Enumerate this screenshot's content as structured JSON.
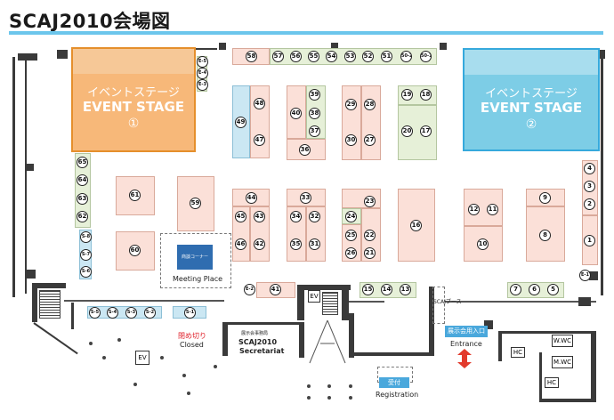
{
  "title": "SCAJ2010会場図",
  "stages": [
    {
      "id": "1",
      "jp": "イベントステージ",
      "en": "EVENT STAGE",
      "no": "①"
    },
    {
      "id": "2",
      "jp": "イベントステージ",
      "en": "EVENT STAGE",
      "no": "②"
    }
  ],
  "labels": {
    "meeting_place": "Meeting Place",
    "meeting_sign": "商談コーナー",
    "closed_jp": "閉め切り",
    "closed_en": "Closed",
    "secretariat_jp": "展示会事務局",
    "secretariat_en1": "SCAJ2010",
    "secretariat_en2": "Secretariat",
    "entrance_jp": "展示会用入口",
    "entrance_en": "Entrance",
    "registration_jp": "受付",
    "registration_en": "Registration",
    "scaj_booth": "SCAJブース",
    "ev": "EV",
    "wc": "W.WC",
    "mwc": "M.WC",
    "hc": "HC"
  },
  "booths": {
    "b58": "58",
    "b57": "57",
    "b56": "56",
    "b55": "55",
    "b54": "54",
    "b53": "53",
    "b52": "52",
    "b51": "51",
    "b50_2": "50-2",
    "b50_1": "50-1",
    "b49": "49",
    "b48": "48",
    "b47": "47",
    "b40": "40",
    "b39": "39",
    "b38": "38",
    "b37": "37",
    "b36": "36",
    "b29": "29",
    "b28": "28",
    "b30": "30",
    "b27": "27",
    "b19": "19",
    "b18": "18",
    "b20": "20",
    "b17": "17",
    "b65": "65",
    "b64": "64",
    "b63": "63",
    "b62": "62",
    "b61": "61",
    "b60": "60",
    "b59": "59",
    "b44": "44",
    "b45": "45",
    "b43": "43",
    "b46": "46",
    "b42": "42",
    "b33": "33",
    "b34": "34",
    "b32": "32",
    "b35": "35",
    "b31": "31",
    "b23": "23",
    "b24": "24",
    "b25": "25",
    "b22": "22",
    "b26": "26",
    "b21": "21",
    "b16": "16",
    "b12": "12",
    "b11": "11",
    "b10": "10",
    "b9": "9",
    "b8": "8",
    "b4": "4",
    "b3": "3",
    "b2": "2",
    "b1": "1",
    "b7": "7",
    "b6": "6",
    "b5": "5",
    "b15": "15",
    "b14": "14",
    "b13": "13",
    "b41": "41",
    "s_e2": "E-2",
    "s_e1": "E-1",
    "s_s8": "S-8",
    "s_s7": "S-7",
    "s_s6": "S-6",
    "s_s5": "S-5",
    "s_s4": "S-4",
    "s_s3": "S-3",
    "s_s2": "S-2",
    "s_s1": "S-1",
    "s_e5": "E-5",
    "s_e4": "E-4",
    "s_e3": "E-3"
  },
  "colors": {
    "stage1": "#f7b879",
    "stage2": "#7dcde6",
    "booth_pink": "#fbe0d8",
    "booth_green": "#e6f0d8",
    "booth_blue": "#cbe7f3",
    "title_bar": "#6cc6ec",
    "closed_red": "#e0202a",
    "entrance_blue": "#4aa8dc",
    "arrow_red": "#e23a2c"
  }
}
